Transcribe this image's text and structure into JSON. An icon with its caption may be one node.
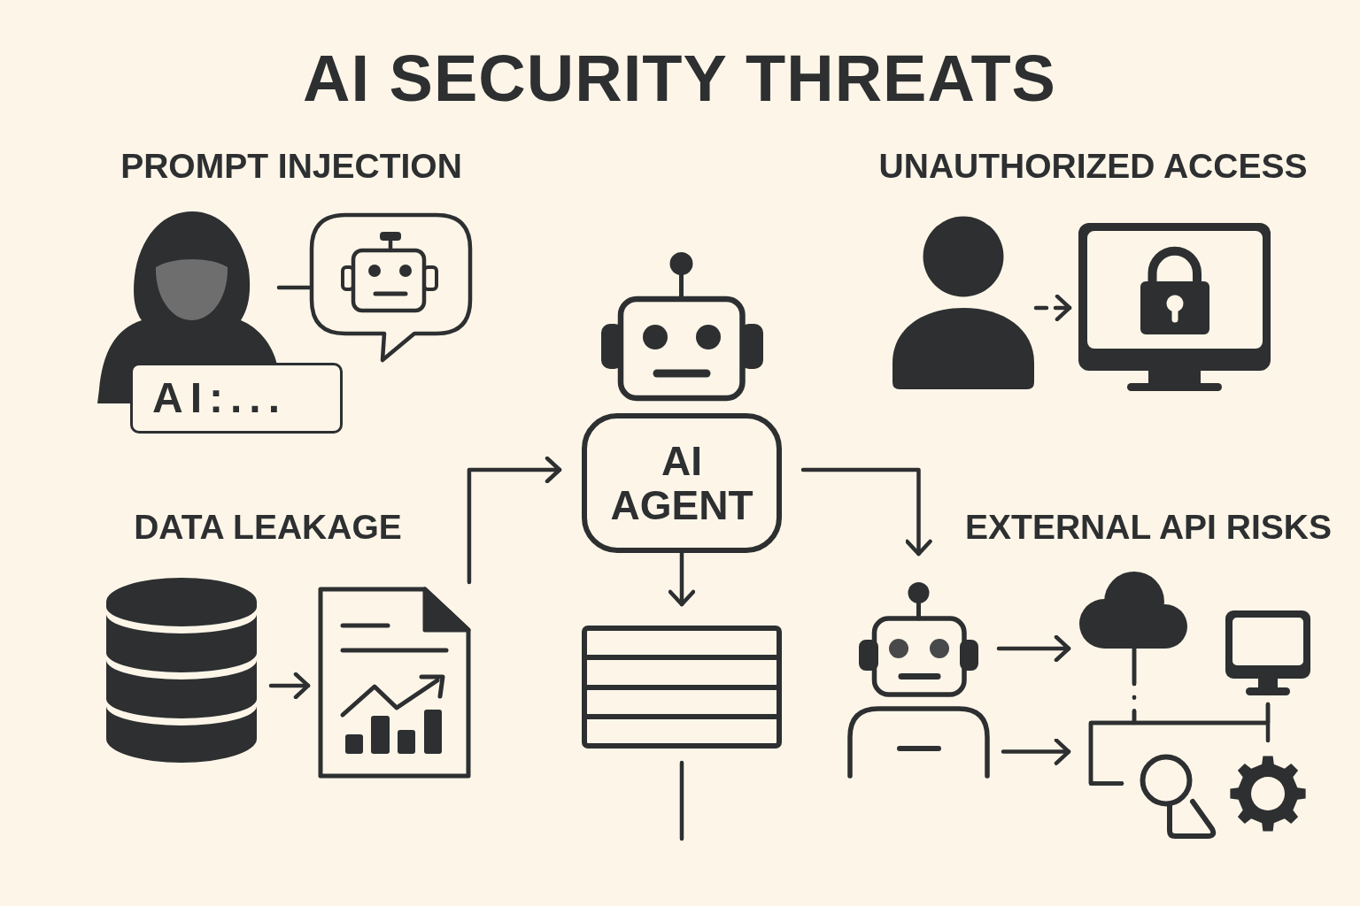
{
  "diagram": {
    "title": "AI SECURITY THREATS",
    "nodes": [
      {
        "text": [],
        "shape": "person"
      },
      {
        "text": [],
        "shape": "bubble"
      },
      {
        "text": [
          "AI:..."
        ]
      },
      {
        "text": [],
        "shape": "person"
      },
      {
        "text": [],
        "shape": "picture"
      },
      {
        "text": [
          "AI AGENT"
        ]
      },
      {
        "text": [],
        "shape": "cylinder"
      },
      {
        "text": [],
        "shape": "picture"
      },
      {
        "text": [],
        "shape": "table"
      },
      {
        "text": [],
        "shape": "picture"
      },
      {
        "text": [],
        "shape": "cloud"
      },
      {
        "text": [],
        "shape": "box"
      },
      {
        "text": [],
        "shape": "picture"
      }
    ],
    "edges": [
      {
        "from": 0,
        "to": 1,
        "arrow": "none"
      },
      {
        "from": 3,
        "to": 4,
        "arrow": "to",
        "style": "dashed"
      },
      {
        "from": 6,
        "to": 7,
        "arrow": "to"
      },
      {
        "from": 7,
        "to": 5,
        "arrow": "to"
      },
      {
        "from": 5,
        "to": 9,
        "arrow": "to"
      },
      {
        "from": 5,
        "to": 8,
        "arrow": "to"
      },
      {
        "from": 8,
        "to": null,
        "arrow": "none"
      },
      {
        "from": 9,
        "to": 10,
        "arrow": "to"
      },
      {
        "from": 9,
        "to": null,
        "arrow": "to"
      },
      {
        "from": 10,
        "to": 12,
        "arrow": "none",
        "style": "dashed"
      },
      {
        "from": 11,
        "to": 12,
        "arrow": "none"
      },
      {
        "from": 10,
        "to": 11,
        "arrow": "none",
        "style": "dashed"
      }
    ],
    "labels": [
      "PROMPT INJECTION",
      "UNAUTHORIZED ACCESS",
      "DATA LEAKAGE",
      "EXTERNAL API RISKS"
    ]
  }
}
